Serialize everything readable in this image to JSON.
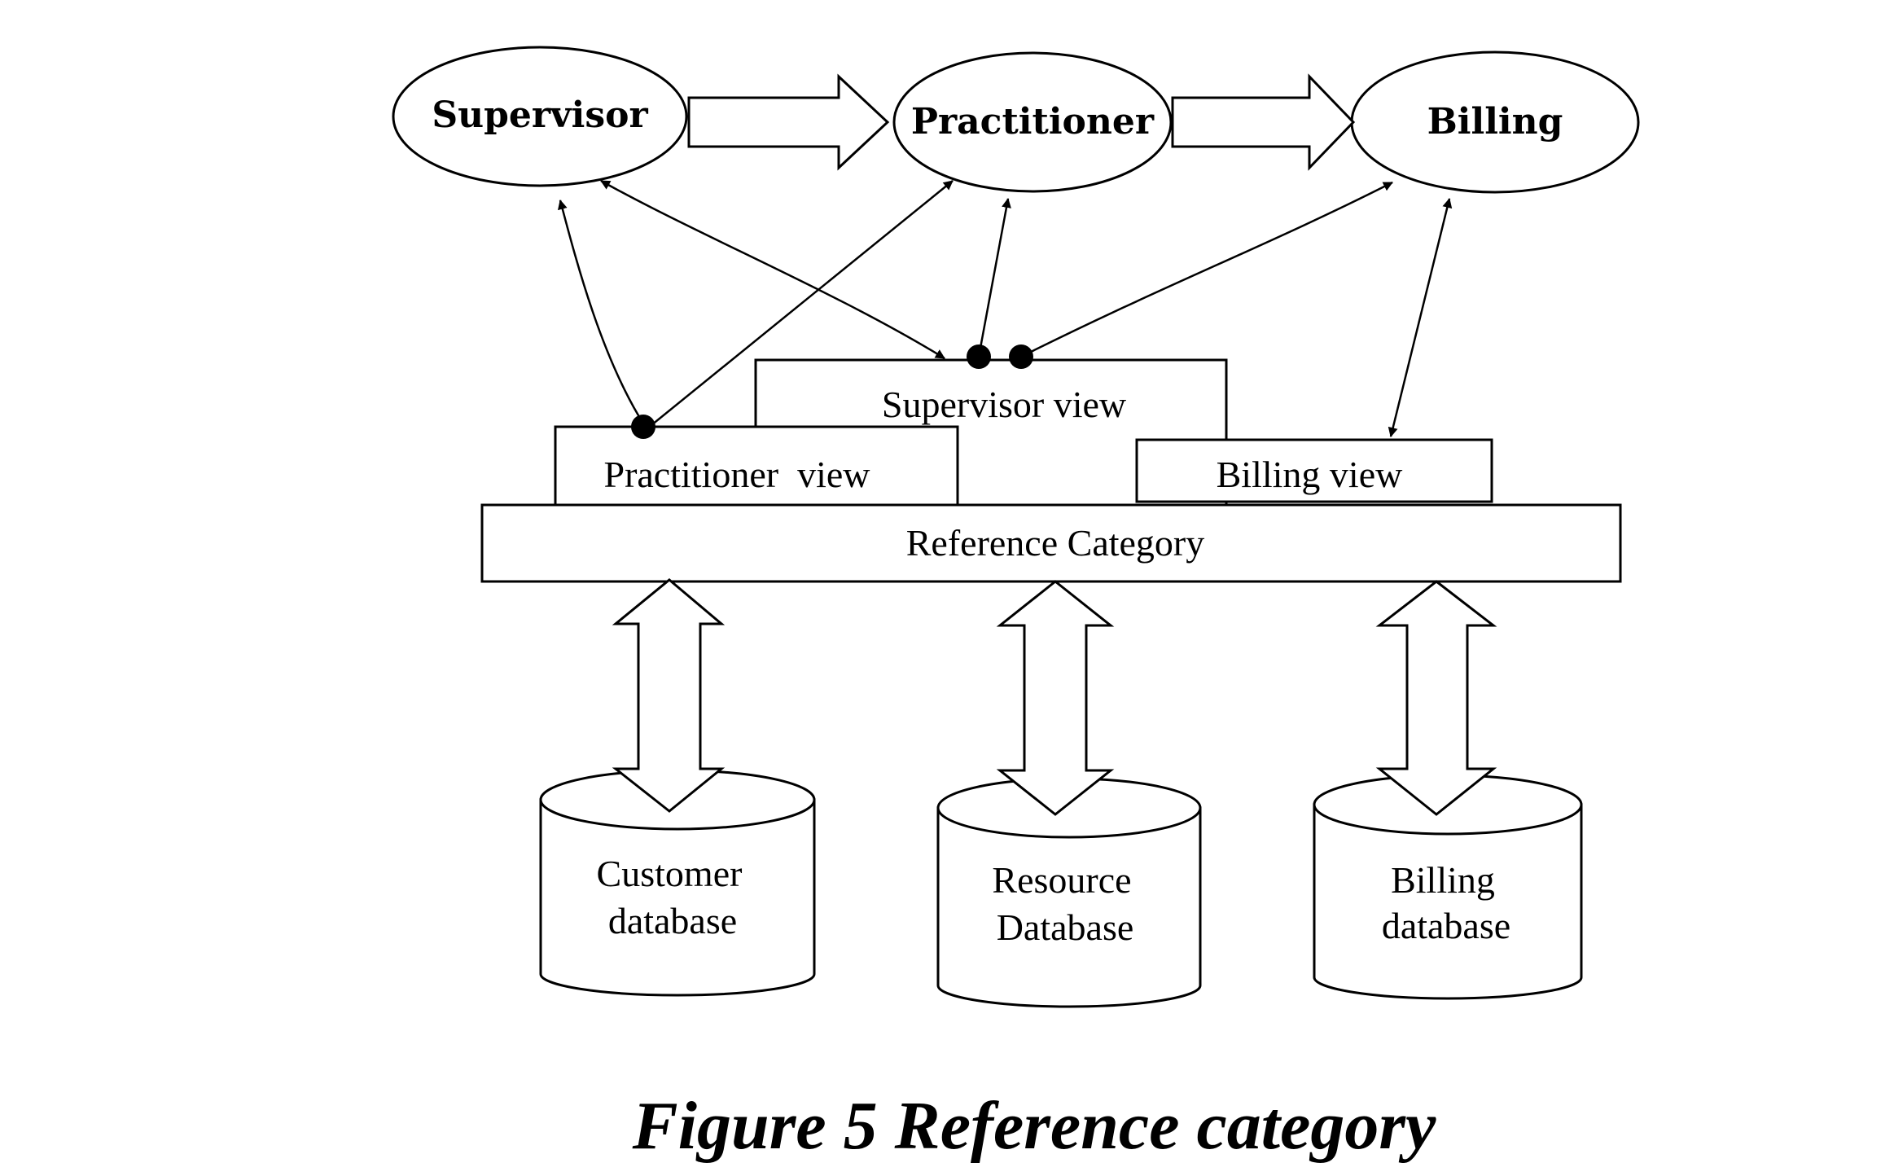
{
  "roles": {
    "supervisor": "Supervisor",
    "practitioner": "Practitioner",
    "billing": "Billing"
  },
  "views": {
    "supervisor_view": "Supervisor view",
    "practitioner_view": "Practitioner  view",
    "billing_view": "Billing view",
    "reference_category": "Reference Category"
  },
  "databases": {
    "customer": {
      "line1": "Customer",
      "line2": "database"
    },
    "resource": {
      "line1": "Resource",
      "line2": "Database"
    },
    "billing": {
      "line1": "Billing",
      "line2": "database"
    }
  },
  "caption": "Figure 5 Reference category"
}
